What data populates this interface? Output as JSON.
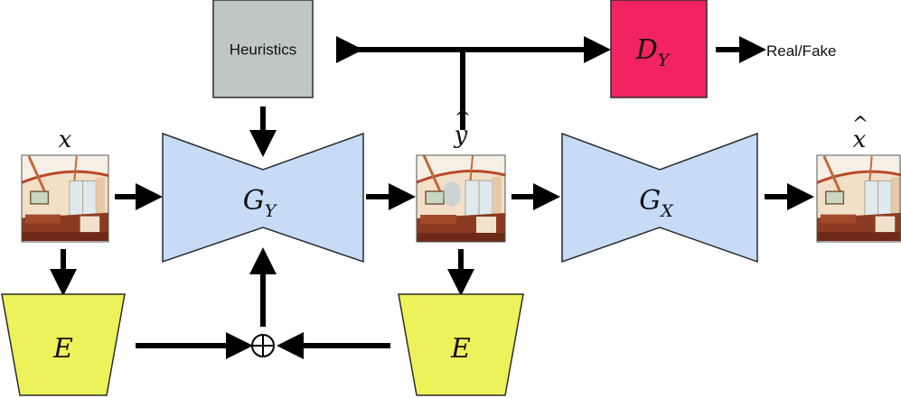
{
  "nodes": {
    "heuristics": {
      "label": "Heuristics",
      "fill": "#bfc7c5"
    },
    "discriminator": {
      "label": "D",
      "subscript": "Y",
      "fill": "#f1245f"
    },
    "generator_y": {
      "label": "G",
      "subscript": "Y",
      "fill": "#c5dbf6"
    },
    "generator_x": {
      "label": "G",
      "subscript": "X",
      "fill": "#c5dbf6"
    },
    "encoder_left": {
      "label": "E",
      "fill": "#eef25a"
    },
    "encoder_right": {
      "label": "E",
      "fill": "#eef25a"
    },
    "sum": {
      "symbol": "⊕"
    }
  },
  "images": {
    "input": {
      "label": "x",
      "hat": false
    },
    "translated": {
      "label": "y",
      "hat": true
    },
    "reconstructed": {
      "label": "x",
      "hat": true
    }
  },
  "outputs": {
    "real_fake": "Real/Fake"
  },
  "colors": {
    "arrow": "#000000",
    "box_stroke": "#2b2b2b",
    "hotel_wall": "#f2dfc8",
    "hotel_ceiling": "#f6efe5",
    "hotel_floor": "#8a3b22",
    "hotel_window": "#dfe9ee",
    "hotel_trim": "#b84a2a"
  }
}
